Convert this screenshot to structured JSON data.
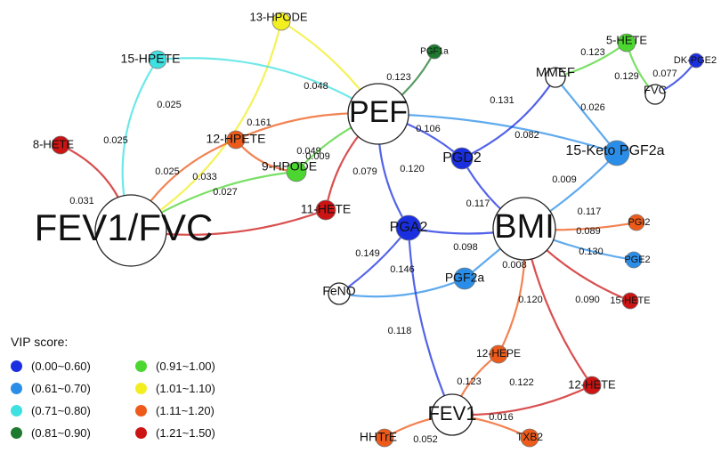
{
  "legend": {
    "title": "VIP score:",
    "items": [
      {
        "label": "(0.00~0.60)",
        "color": "#1a2fe0"
      },
      {
        "label": "(0.61~0.70)",
        "color": "#2a8ee8"
      },
      {
        "label": "(0.71~0.80)",
        "color": "#3ee0e0"
      },
      {
        "label": "(0.81~0.90)",
        "color": "#1e7a2e"
      },
      {
        "label": "(0.91~1.00)",
        "color": "#4cd630"
      },
      {
        "label": "(1.01~1.10)",
        "color": "#f2ee20"
      },
      {
        "label": "(1.11~1.20)",
        "color": "#ee5a1a"
      },
      {
        "label": "(1.21~1.50)",
        "color": "#cc1414"
      }
    ]
  },
  "nodes": [
    {
      "id": "FEV1/FVC",
      "label": "FEV1/FVC",
      "color": "#ffffff"
    },
    {
      "id": "PEF",
      "label": "PEF",
      "color": "#ffffff"
    },
    {
      "id": "BMI",
      "label": "BMI",
      "color": "#ffffff"
    },
    {
      "id": "FEV1",
      "label": "FEV1",
      "color": "#ffffff"
    },
    {
      "id": "MMEF",
      "label": "MMEF",
      "color": "#ffffff"
    },
    {
      "id": "FVC",
      "label": "FVC",
      "color": "#ffffff"
    },
    {
      "id": "FeNO",
      "label": "FeNO",
      "color": "#ffffff"
    },
    {
      "id": "13-HPODE",
      "label": "13-HPODE",
      "color": "#f2ee20"
    },
    {
      "id": "15-HPETE",
      "label": "15-HPETE",
      "color": "#3ee0e0"
    },
    {
      "id": "8-HETE",
      "label": "8-HETE",
      "color": "#cc1414"
    },
    {
      "id": "12-HPETE",
      "label": "12-HPETE",
      "color": "#ee5a1a"
    },
    {
      "id": "9-HPODE",
      "label": "9-HPODE",
      "color": "#4cd630"
    },
    {
      "id": "11-HETE",
      "label": "11-HETE",
      "color": "#cc1414"
    },
    {
      "id": "PGF1a",
      "label": "PGF1a",
      "color": "#1e7a2e"
    },
    {
      "id": "PGD2",
      "label": "PGD2",
      "color": "#1a2fe0"
    },
    {
      "id": "PGA2",
      "label": "PGA2",
      "color": "#1a2fe0"
    },
    {
      "id": "PGF2a",
      "label": "PGF2a",
      "color": "#2a8ee8"
    },
    {
      "id": "15-Keto PGF2a",
      "label": "15-Keto PGF2a",
      "color": "#2a8ee8"
    },
    {
      "id": "5-HETE",
      "label": "5-HETE",
      "color": "#4cd630"
    },
    {
      "id": "DK-PGE2",
      "label": "DK-PGE2",
      "color": "#1a2fe0"
    },
    {
      "id": "PGI2",
      "label": "PGI2",
      "color": "#ee5a1a"
    },
    {
      "id": "PGE2",
      "label": "PGE2",
      "color": "#2a8ee8"
    },
    {
      "id": "15-HETE",
      "label": "15-HETE",
      "color": "#cc1414"
    },
    {
      "id": "12-HEPE",
      "label": "12-HEPE",
      "color": "#ee5a1a"
    },
    {
      "id": "12-HETE",
      "label": "12-HETE",
      "color": "#cc1414"
    },
    {
      "id": "HHTrE",
      "label": "HHTrE",
      "color": "#ee5a1a"
    },
    {
      "id": "TXB2",
      "label": "TXB2",
      "color": "#ee5a1a"
    }
  ],
  "edges": [
    {
      "source": "13-HPODE",
      "target": "FEV1/FVC",
      "weight": "",
      "color": "#f2ee20"
    },
    {
      "source": "13-HPODE",
      "target": "PEF",
      "weight": "0.048",
      "color": "#f2ee20"
    },
    {
      "source": "15-HPETE",
      "target": "FEV1/FVC",
      "weight": "0.025",
      "color": "#3ee0e0"
    },
    {
      "source": "15-HPETE",
      "target": "PEF",
      "weight": "0.025",
      "color": "#3ee0e0"
    },
    {
      "source": "8-HETE",
      "target": "FEV1/FVC",
      "weight": "0.031",
      "color": "#cc1414"
    },
    {
      "source": "12-HPETE",
      "target": "FEV1/FVC",
      "weight": "0.025",
      "color": "#ee5a1a"
    },
    {
      "source": "12-HPETE",
      "target": "PEF",
      "weight": "0.161",
      "color": "#ee5a1a"
    },
    {
      "source": "9-HPODE",
      "target": "FEV1/FVC",
      "weight": "0.033",
      "color": "#4cd630"
    },
    {
      "source": "9-HPODE",
      "target": "PEF",
      "weight": "0.009",
      "color": "#4cd630"
    },
    {
      "source": "11-HETE",
      "target": "FEV1/FVC",
      "weight": "0.027",
      "color": "#cc1414"
    },
    {
      "source": "11-HETE",
      "target": "PEF",
      "weight": "0.079",
      "color": "#cc1414"
    },
    {
      "source": "12-HPETE",
      "target": "9-HPODE",
      "weight": "0.049",
      "color": "#ee5a1a"
    },
    {
      "source": "PGF1a",
      "target": "PEF",
      "weight": "0.123",
      "color": "#1e7a2e"
    },
    {
      "source": "PGD2",
      "target": "PEF",
      "weight": "0.106",
      "color": "#1a2fe0"
    },
    {
      "source": "PGA2",
      "target": "PEF",
      "weight": "0.120",
      "color": "#1a2fe0"
    },
    {
      "source": "15-Keto PGF2a",
      "target": "PEF",
      "weight": "0.131",
      "color": "#2a8ee8"
    },
    {
      "source": "PGD2",
      "target": "MMEF",
      "weight": "0.082",
      "color": "#1a2fe0"
    },
    {
      "source": "15-Keto PGF2a",
      "target": "MMEF",
      "weight": "0.026",
      "color": "#2a8ee8"
    },
    {
      "source": "5-HETE",
      "target": "MMEF",
      "weight": "0.123",
      "color": "#4cd630"
    },
    {
      "source": "5-HETE",
      "target": "FVC",
      "weight": "0.129",
      "color": "#4cd630"
    },
    {
      "source": "DK-PGE2",
      "target": "FVC",
      "weight": "0.077",
      "color": "#1a2fe0"
    },
    {
      "source": "PGD2",
      "target": "BMI",
      "weight": "0.117",
      "color": "#1a2fe0"
    },
    {
      "source": "15-Keto PGF2a",
      "target": "BMI",
      "weight": "0.009",
      "color": "#2a8ee8"
    },
    {
      "source": "PGA2",
      "target": "BMI",
      "weight": "0.098",
      "color": "#1a2fe0"
    },
    {
      "source": "PGF2a",
      "target": "BMI",
      "weight": "0.008",
      "color": "#2a8ee8"
    },
    {
      "source": "PGI2",
      "target": "BMI",
      "weight": "0.117",
      "color": "#ee5a1a"
    },
    {
      "source": "PGE2",
      "target": "BMI",
      "weight": "0.089",
      "color": "#2a8ee8"
    },
    {
      "source": "15-HETE",
      "target": "BMI",
      "weight": "0.130",
      "color": "#cc1414"
    },
    {
      "source": "12-HEPE",
      "target": "BMI",
      "weight": "0.120",
      "color": "#ee5a1a"
    },
    {
      "source": "12-HETE",
      "target": "BMI",
      "weight": "0.090",
      "color": "#cc1414"
    },
    {
      "source": "PGA2",
      "target": "FeNO",
      "weight": "0.149",
      "color": "#1a2fe0"
    },
    {
      "source": "PGF2a",
      "target": "FeNO",
      "weight": "0.146",
      "color": "#2a8ee8"
    },
    {
      "source": "PGA2",
      "target": "FEV1",
      "weight": "0.118",
      "color": "#1a2fe0"
    },
    {
      "source": "12-HEPE",
      "target": "FEV1",
      "weight": "0.123",
      "color": "#ee5a1a"
    },
    {
      "source": "12-HETE",
      "target": "FEV1",
      "weight": "0.122",
      "color": "#cc1414"
    },
    {
      "source": "HHTrE",
      "target": "FEV1",
      "weight": "0.052",
      "color": "#ee5a1a"
    },
    {
      "source": "TXB2",
      "target": "FEV1",
      "weight": "0.016",
      "color": "#ee5a1a"
    }
  ]
}
